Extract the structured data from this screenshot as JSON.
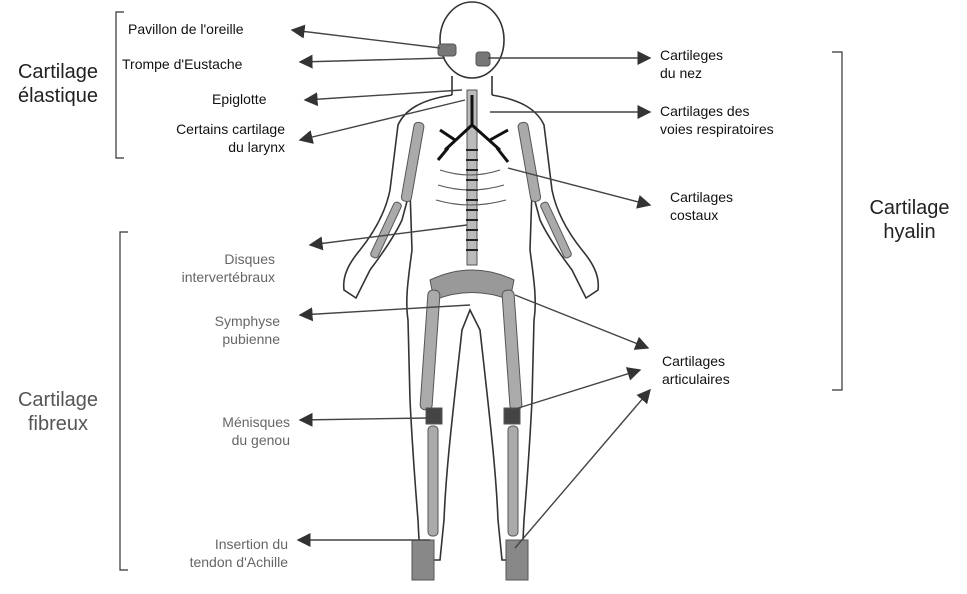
{
  "groups": {
    "elastique": [
      "Cartilage",
      "élastique"
    ],
    "hyalin": [
      "Cartilage",
      "hyalin"
    ],
    "fibreux": [
      "Cartilage",
      "fibreux"
    ]
  },
  "labels_left_elastic": [
    [
      "Pavillon de l'oreille"
    ],
    [
      "Trompe d'Eustache"
    ],
    [
      "Epiglotte"
    ],
    [
      "Certains cartilage",
      "du larynx"
    ]
  ],
  "labels_right_hyalin": [
    [
      "Cartileges",
      "du nez"
    ],
    [
      "Cartilages des",
      "voies respiratoires"
    ],
    [
      "Cartilages",
      "costaux"
    ],
    [
      "Cartilages",
      "articulaires"
    ]
  ],
  "labels_left_fibreux": [
    [
      "Disques",
      "intervertébraux"
    ],
    [
      "Symphyse",
      "pubienne"
    ],
    [
      "Ménisques",
      "du genou"
    ],
    [
      "Insertion du",
      "tendon d'Achille"
    ]
  ],
  "colors": {
    "ink": "#111111",
    "body_outline": "#333333",
    "cartilage": "#777777",
    "arrow": "#444444"
  }
}
